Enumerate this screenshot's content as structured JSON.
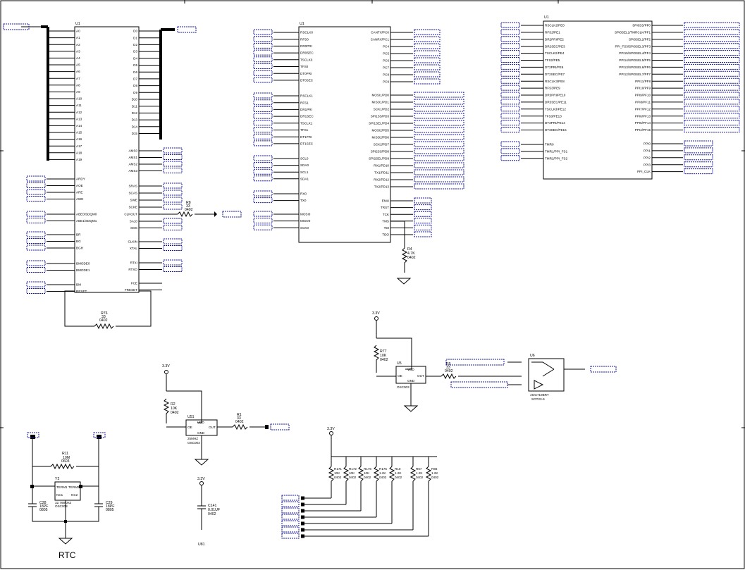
{
  "sheet": {
    "block_title": "RTC",
    "supply_label": "3.3V"
  },
  "u1a": {
    "ref": "U1",
    "left_pins": [
      "A0",
      "A1",
      "A2",
      "A3",
      "A4",
      "A5",
      "A6",
      "A7",
      "A8",
      "A9",
      "A10",
      "A11",
      "A12",
      "A13",
      "A14",
      "A15",
      "A16",
      "A17",
      "A18",
      "A19"
    ],
    "right_pins": [
      "D0",
      "D1",
      "D2",
      "D3",
      "D4",
      "D5",
      "D6",
      "D7",
      "D8",
      "D9",
      "D10",
      "D11",
      "D12",
      "D13",
      "D14",
      "D15"
    ],
    "mid_left_pins": [
      "ARDY",
      "AOE",
      "ARE",
      "AWE",
      "ABE0/SDQM0",
      "ABE1/SDQM1",
      "BR",
      "BG",
      "BGH",
      "BMODE0",
      "BMODE1",
      "BM",
      "RESET"
    ],
    "mid_right_pins": [
      "AMS0",
      "AMS1",
      "AMS2",
      "AMS3",
      "SRAS",
      "SCAS",
      "SWE",
      "SCKE",
      "CLKOUT",
      "SA10",
      "SMS",
      "CLKIN",
      "XTAL",
      "RTXI",
      "RTXO",
      "FCE",
      "FRESET"
    ]
  },
  "u1b": {
    "ref": "U1",
    "left_pins": [
      "RSCLK0",
      "RFS0",
      "DR0PRI",
      "DR0SEC",
      "TSCLK0",
      "TFS0",
      "DT0PRI",
      "DT0SEC",
      "RSCLK1",
      "RFS1",
      "DR1PRI",
      "DR1SEC",
      "TSCLK1",
      "TFS1",
      "DT1PRI",
      "DT1SEC",
      "SCL0",
      "SDA0",
      "SCL1",
      "SDA1",
      "RX0",
      "TX0",
      "MOSI0",
      "MISO0",
      "SCK0"
    ],
    "right_pins": [
      "CANTX/PC0",
      "CANRX/PC1",
      "PC4",
      "PC5",
      "PC6",
      "PC7",
      "PC8",
      "PC9",
      "MOSI1/PD0",
      "MISO1/PD1",
      "SCK1/PD2",
      "SPI1SS/PD3",
      "SPI1SEL/PD4",
      "MOSI2/PD5",
      "MISO2/PD6",
      "SCK2/PD7",
      "SPI2SS/PD8",
      "SPI2SEL/PD9",
      "RX1/PD10",
      "TX1/PD11",
      "RX2/PD12",
      "TX2/PD13",
      "EMU",
      "TRST",
      "TCK",
      "TMS",
      "TDI",
      "TDO"
    ]
  },
  "u1c": {
    "ref": "U1",
    "left_pins": [
      "RSCLK2/PE0",
      "RFS2/PE1",
      "DR2PRI/PE2",
      "DR2SEC/PE3",
      "TSCLK2/PE4",
      "TFS2/PE5",
      "DT2PRI/PE6",
      "DT2SEC/PE7",
      "RSCLK3/PE8",
      "RFS3/PE9",
      "DR3PRI/PE10",
      "DR3SEC/PE11",
      "TSCLK3/PE12",
      "TFS3/PE13",
      "DT3PRI/PE14",
      "DT3SEC/PE15",
      "TMR0",
      "TMR1/PPI_FS1",
      "TMR2/PPI_FS2"
    ],
    "right_pins": [
      "SPI0SS/PF0",
      "SPI0SEL1/TMRCLK/PF1",
      "SPI0SEL2/PF2",
      "PPI_FS3/SPI0SEL3/PF3",
      "PPI15/SPI0SEL4/PF4",
      "PPI14/SPI0SEL5/PF5",
      "PPI13/SPI0SEL6/PF6",
      "PPI12/SPI0SEL7/PF7",
      "PPI11/PF8",
      "PPI10/PF9",
      "PPI9/PF10",
      "PPI8/PF11",
      "PPI7/PF12",
      "PPI6/PF13",
      "PPI5/PF14",
      "PPI4/PF15",
      "PPI0",
      "PPI1",
      "PPI2",
      "PPI3",
      "PPI_CLK"
    ]
  },
  "components": {
    "r8": {
      "ref": "R8",
      "value": "33",
      "pkg": "0402"
    },
    "r76": {
      "ref": "R76",
      "value": "33",
      "pkg": "0402"
    },
    "r4": {
      "ref": "R4",
      "value": "4.7K",
      "pkg": "0402"
    },
    "r77": {
      "ref": "R77",
      "value": "10K",
      "pkg": "0402"
    },
    "r2": {
      "ref": "R2",
      "value": "10K",
      "pkg": "0402"
    },
    "r1": {
      "ref": "R1",
      "value": "33",
      "pkg": "0402"
    },
    "r11": {
      "ref": "R11",
      "value": "10M",
      "pkg": "0603"
    },
    "c28": {
      "ref": "C28",
      "value": "18PF",
      "pkg": "0805"
    },
    "c29": {
      "ref": "C29",
      "value": "18PF",
      "pkg": "0805"
    },
    "c141": {
      "ref": "C141",
      "value": "0.01UF",
      "pkg": "0402"
    },
    "y2": {
      "ref": "Y2",
      "value": "32.768KHZ",
      "pkg": "OSC008",
      "pins": [
        "TERM1",
        "TERM2",
        "NC1",
        "NC2"
      ]
    },
    "u51": {
      "ref": "U51",
      "pkg": "OSC003",
      "pins": [
        "VDD",
        "OE",
        "GND",
        "OUT"
      ],
      "value": "25MHZ"
    },
    "u5": {
      "ref": "U5",
      "pkg": "OSC003",
      "pins": [
        "VDD",
        "OE",
        "GND",
        "OUT"
      ]
    },
    "r5": {
      "ref": "R5",
      "value": "33",
      "pkg": "0402"
    },
    "u6": {
      "ref": "U6",
      "value": "ADG719BRT",
      "pkg": "SOT23-6"
    },
    "u81": {
      "ref": "U81"
    },
    "pullups": [
      {
        "ref": "R171",
        "value": "10K",
        "pkg": "0402"
      },
      {
        "ref": "R172",
        "value": "10K",
        "pkg": "0402"
      },
      {
        "ref": "R176",
        "value": "10K",
        "pkg": "0402"
      },
      {
        "ref": "R175",
        "value": "1.2K",
        "pkg": "0402"
      },
      {
        "ref": "R10",
        "value": "1.2K",
        "pkg": "0402"
      },
      {
        "ref": "R67",
        "value": "1.2K",
        "pkg": "0402"
      },
      {
        "ref": "R66",
        "value": "1.2K",
        "pkg": "0402"
      }
    ]
  },
  "colors": {
    "wire": "#000000",
    "net_label": "#1a1aa8",
    "bus": "#000000"
  }
}
